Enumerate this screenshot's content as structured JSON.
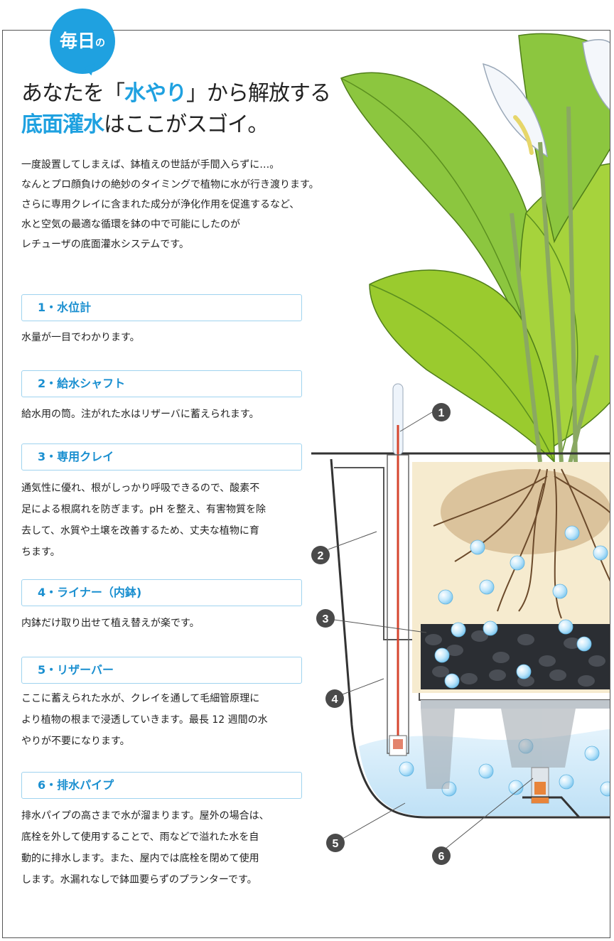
{
  "badge": {
    "main": "毎日",
    "particle": "の"
  },
  "headline": {
    "line1_prefix": "あなたを「",
    "line1_highlight": "水やり",
    "line1_suffix": "」から解放する",
    "line2_highlight": "底面灌水",
    "line2_suffix": "はここがスゴイ。"
  },
  "intro_lines": [
    "一度設置してしまえば、鉢植えの世話が手間入らずに…。",
    "なんとプロ顔負けの絶妙のタイミングで植物に水が行き渡ります。",
    "さらに専用クレイに含まれた成分が浄化作用を促進するなど、",
    "水と空気の最適な循環を鉢の中で可能にしたのが",
    "レチューザの底面灌水システムです。"
  ],
  "sections": [
    {
      "title": "1・水位計",
      "body": [
        "水量が一目でわかります。"
      ]
    },
    {
      "title": "2・給水シャフト",
      "body": [
        "給水用の筒。注がれた水はリザーバに蓄えられます。"
      ]
    },
    {
      "title": "3・専用クレイ",
      "body": [
        "通気性に優れ、根がしっかり呼吸できるので、酸素不",
        "足による根腐れを防ぎます。pH を整え、有害物質を除",
        "去して、水質や土壌を改善するため、丈夫な植物に育",
        "ちます。"
      ]
    },
    {
      "title": "4・ライナー（内鉢)",
      "body": [
        "内鉢だけ取り出せて植え替えが楽です。"
      ]
    },
    {
      "title": "5・リザーバー",
      "body": [
        "ここに蓄えられた水が、クレイを通して毛細管原理に",
        "より植物の根まで浸透していきます。最長 12 週間の水",
        "やりが不要になります。"
      ]
    },
    {
      "title": "6・排水パイプ",
      "body": [
        "排水パイプの高さまで水が溜まります。屋外の場合は、",
        "底栓を外して使用することで、雨などで溢れた水を自",
        "動的に排水します。また、屋内では底栓を閉めて使用",
        "します。水漏れなしで鉢皿要らずのプランターです。"
      ]
    }
  ],
  "callouts": [
    "1",
    "2",
    "3",
    "4",
    "5",
    "6"
  ],
  "colors": {
    "accent": "#1fa1e0",
    "box_border": "#9fd3ef",
    "leaf": "#9acb2e",
    "soil": "#f6ebcf",
    "water": "#cde8f8",
    "callout": "#4a4a4a"
  }
}
